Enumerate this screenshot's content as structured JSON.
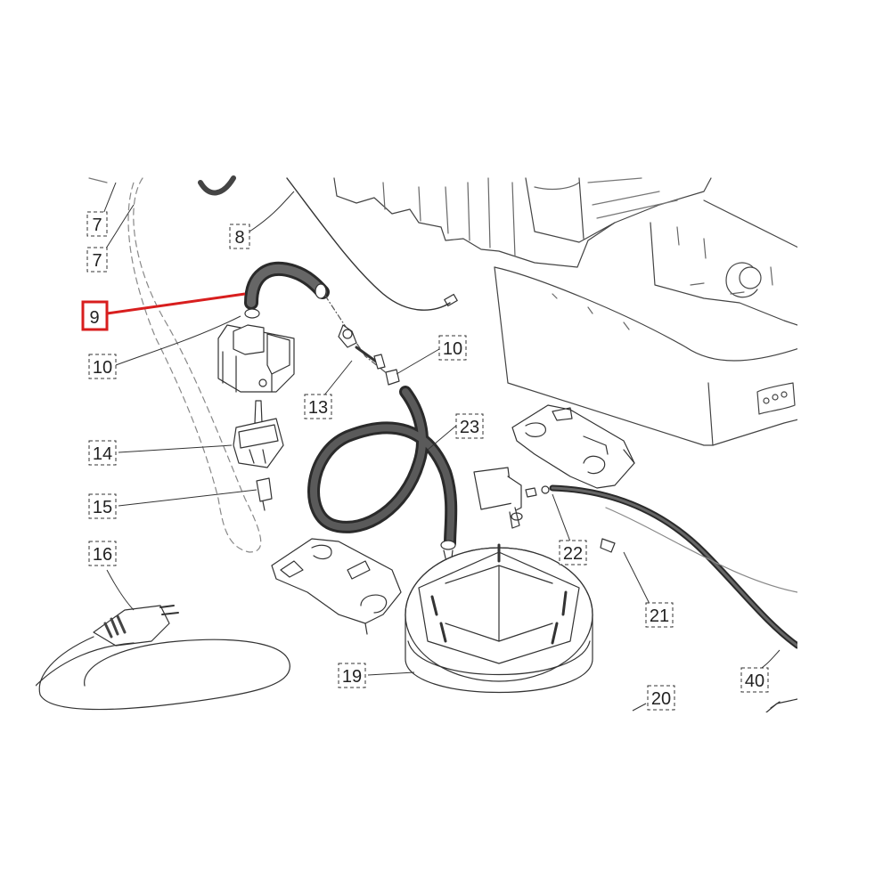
{
  "diagram": {
    "part_labels": {
      "p7a": "7",
      "p7b": "7",
      "p8": "8",
      "p9": "9",
      "p10a": "10",
      "p10b": "10",
      "p13": "13",
      "p14": "14",
      "p15": "15",
      "p16": "16",
      "p19": "19",
      "p20": "20",
      "p21": "21",
      "p22": "22",
      "p23": "23",
      "p40": "40"
    },
    "highlight_part": "9",
    "colors": {
      "highlight": "#d81e1e",
      "line": "#333333",
      "hose": "#3c3c3c"
    }
  }
}
